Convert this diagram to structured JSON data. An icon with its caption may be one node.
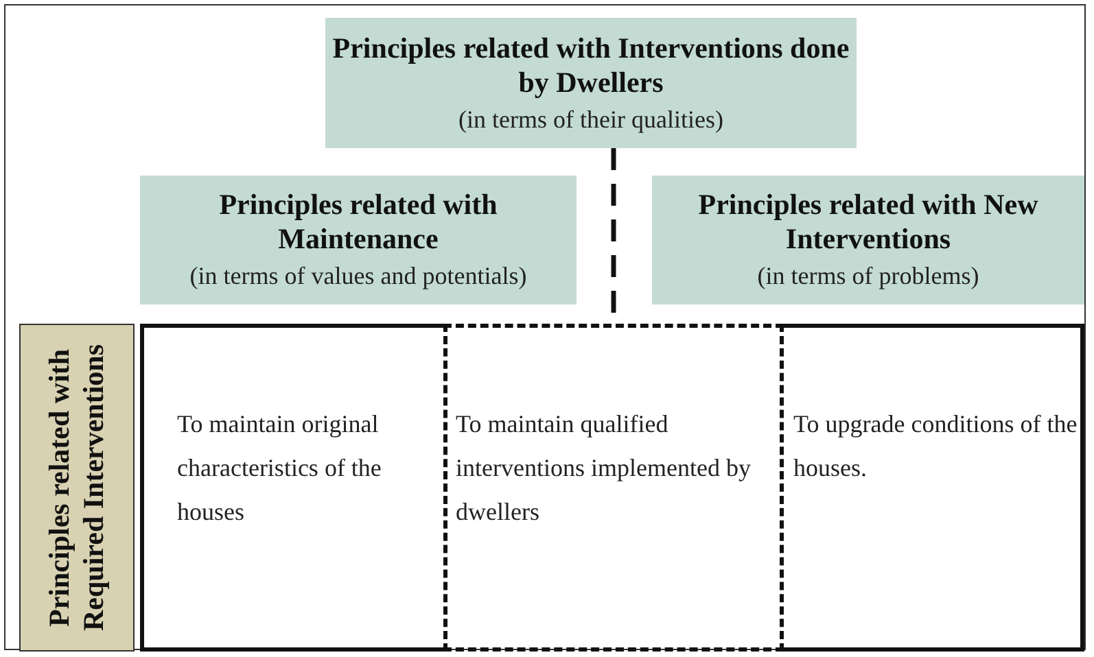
{
  "diagram": {
    "nodes": [
      {
        "text": [
          "Principles related with Interventions done by Dwellers",
          "(in terms of their qualities)"
        ]
      },
      {
        "text": [
          "Principles related with Maintenance",
          "(in terms of values and potentials)"
        ]
      },
      {
        "text": [
          "Principles related with New Interventions",
          "(in terms of problems)"
        ]
      },
      {
        "text": [
          "Principles related with Required Interventions"
        ]
      },
      {
        "text": [
          "To maintain original characteristics of the houses"
        ]
      },
      {
        "text": [
          "To maintain qualified interventions implemented by dwellers"
        ]
      },
      {
        "text": [
          "To upgrade conditions of the houses."
        ]
      }
    ],
    "edges": [
      {
        "from": 0,
        "to": 5,
        "arrow": "none",
        "style": "dashed"
      }
    ]
  }
}
